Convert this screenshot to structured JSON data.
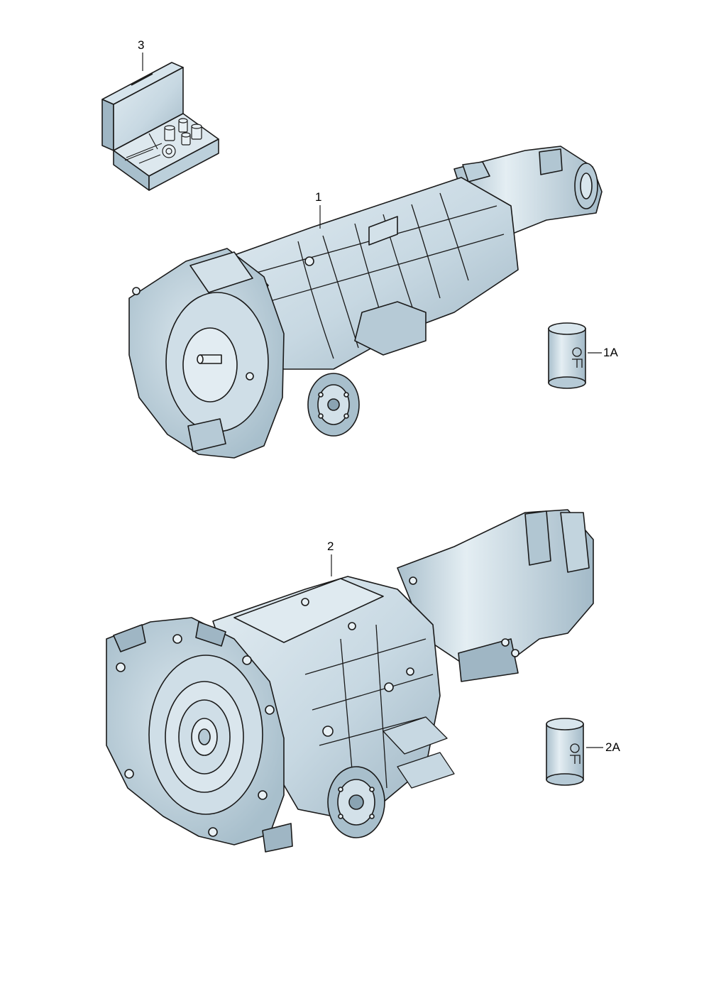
{
  "callouts": {
    "item_3": "3",
    "item_1": "1",
    "item_1a": "1A",
    "item_2": "2",
    "item_2a": "2A"
  },
  "colors": {
    "part_fill": "#c7d8e2",
    "part_light": "#dfeaf0",
    "part_shadow": "#9fb6c4",
    "part_dark": "#7f99a9",
    "outline": "#1a1a1a"
  },
  "parts": [
    {
      "callout": "3",
      "icon": "repair-kit-case-icon"
    },
    {
      "callout": "1",
      "icon": "manual-transmission-icon"
    },
    {
      "callout": "1A",
      "icon": "oil-can-icon"
    },
    {
      "callout": "2",
      "icon": "automatic-transmission-icon"
    },
    {
      "callout": "2A",
      "icon": "oil-can-icon"
    }
  ]
}
